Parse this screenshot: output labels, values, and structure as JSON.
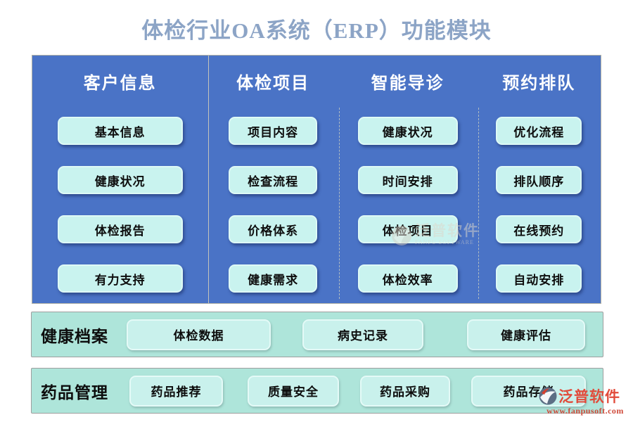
{
  "title": "体检行业OA系统（ERP）功能模块",
  "colors": {
    "panel_blue": "#4a73c6",
    "module_button_fill": "#c9f3ef",
    "band_fill": "#aee5da",
    "band_button_fill": "#c9f1ec",
    "title_color": "#8ca4c6",
    "logo_red": "#e14b3b",
    "button_text": "#0d0d0d",
    "header_text": "#ffffff"
  },
  "panel": {
    "columns": [
      {
        "header": "客户信息",
        "items": [
          "基本信息",
          "健康状况",
          "体检报告",
          "有力支持"
        ]
      },
      {
        "header": "体检项目",
        "items": [
          "项目内容",
          "检查流程",
          "价格体系",
          "健康需求"
        ]
      },
      {
        "header": "智能导诊",
        "items": [
          "健康状况",
          "时间安排",
          "体检项目",
          "体检效率"
        ]
      },
      {
        "header": "预约排队",
        "items": [
          "优化流程",
          "排队顺序",
          "在线预约",
          "自动安排"
        ]
      }
    ],
    "watermark": {
      "text": "泛普软件",
      "subtext": "FANPU SOFTWARE"
    }
  },
  "bands": [
    {
      "label": "健康档案",
      "items": [
        "体检数据",
        "病史记录",
        "健康评估"
      ]
    },
    {
      "label": "药品管理",
      "items": [
        "药品推荐",
        "质量安全",
        "药品采购",
        "药品存储"
      ]
    }
  ],
  "logo": {
    "name": "泛普软件",
    "url": "www.fanpusoft.com"
  }
}
